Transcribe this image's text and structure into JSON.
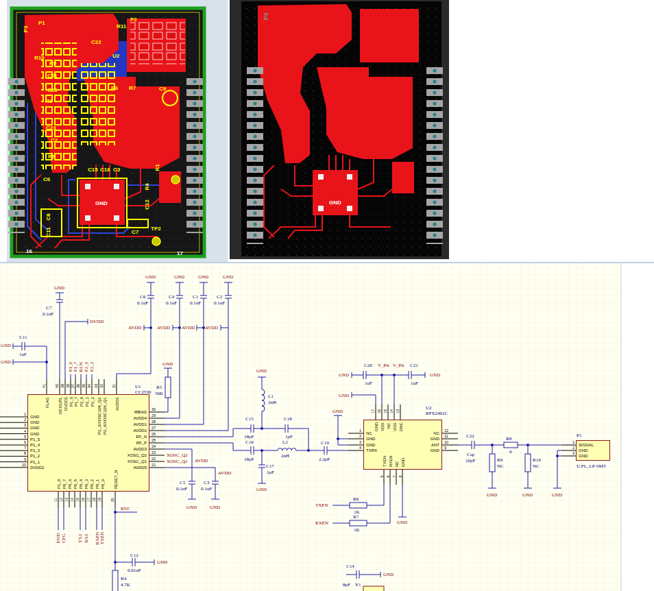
{
  "diagram": {
    "nodes": [
      {
        "text": [
          "U1",
          "CC2530",
          "GND",
          "GND",
          "GND",
          "GND",
          "P1_5",
          "P1_4",
          "P1_3",
          "P1_2",
          "P1_1",
          "DVDD2",
          "P1_0",
          "P0_7",
          "P0_6",
          "P0_5",
          "P0_4",
          "P0_3",
          "P0_2",
          "P0_1",
          "P0_0",
          "RESET_N",
          "AVDD5",
          "XOSC_Q1",
          "XOSC_Q2",
          "AVDD3",
          "RF_P",
          "RF_N",
          "AVDD2",
          "AVDD1",
          "AVDD4",
          "RBIAS",
          "AVDD6",
          "P2_4/XOSC32K_Q1",
          "P2_3/XOSC32K_Q2",
          "P2_2",
          "P2_1",
          "P2_0",
          "P1_7",
          "P1_6",
          "DVDD1",
          "DCOUPL",
          "FLAG"
        ]
      },
      {
        "text": [
          "U2",
          "RFX2401C",
          "NC",
          "GND",
          "GND",
          "TXRX",
          "TXEN",
          "RXEN",
          "NC",
          "GND",
          "GND",
          "ANT",
          "GND",
          "NC",
          "DNC",
          "VDD",
          "NC",
          "VDD",
          "GND"
        ]
      },
      {
        "text": [
          "P1",
          "SIGNAL",
          "GND",
          "GND",
          "U.FL_LP-SMT"
        ]
      }
    ],
    "labels": [
      "1",
      "2",
      "3",
      "4",
      "5",
      "6",
      "7",
      "8",
      "9",
      "10",
      "11",
      "12",
      "13",
      "14",
      "15",
      "16",
      "17",
      "18",
      "19",
      "20",
      "21",
      "22",
      "23",
      "24",
      "25",
      "26",
      "27",
      "28",
      "29",
      "30",
      "31",
      "32",
      "33",
      "34",
      "35",
      "36",
      "37",
      "38",
      "39",
      "40",
      "41",
      "1",
      "2",
      "3",
      "4",
      "5",
      "6",
      "7",
      "8",
      "9",
      "10",
      "11",
      "12",
      "13",
      "14",
      "15",
      "16",
      "17",
      "1",
      "2",
      "3",
      "GND",
      "GND",
      "GND",
      "GND",
      "C6",
      "0.1uF",
      "C4",
      "0.1uF",
      "C1",
      "0.1uF",
      "C2",
      "0.1uF",
      "AVDD",
      "AVDD",
      "AVDD",
      "AVDD",
      "GND",
      "C7",
      "0.1uF",
      "DVDD",
      "GND",
      "GND",
      "C11",
      "1uF",
      "P1_6",
      "P1_7",
      "RUN",
      "P2_1",
      "P2_2",
      "GND",
      "R5",
      "56K",
      "XOSC_Q2",
      "XOSC_Q1",
      "AVDD",
      "AVDD",
      "C5",
      "0.1uF",
      "C3",
      "0.1uF",
      "GND",
      "GND",
      "END",
      "CFG",
      "TX1",
      "RX1",
      "RXEN",
      "TXEN",
      "RST",
      "C12",
      "0.01uF",
      "GND",
      "R4",
      "4.7K",
      "GND",
      "L1",
      "2nH",
      "C15",
      "18pF",
      "C18",
      "1pF",
      "C16",
      "18pF",
      "L2",
      "2nH",
      "C17",
      "1pF",
      "GND",
      "C19",
      "2.2pF",
      "GND",
      "GND",
      "GND",
      "C20",
      "1uF",
      "V_PA",
      "V_PA",
      "C21",
      "1uF",
      "GND",
      "C22",
      "Cap",
      "10pF",
      "R8",
      "0",
      "R9",
      "NC",
      "R10",
      "NC",
      "GND",
      "GND",
      "GND",
      "TXEN",
      "R6",
      "1K",
      "RXEN",
      "R7",
      "1K",
      "GND",
      "C14",
      "GND",
      "8pF",
      "Y1",
      "P3",
      "P1",
      "P2",
      "R11",
      "C22",
      "R10",
      "R9",
      "U2",
      "C21",
      "C20",
      "R3",
      "C23",
      "C2",
      "R5",
      "C6",
      "R6",
      "R7",
      "C9",
      "C15",
      "C16",
      "C3",
      "R4",
      "C12",
      "R1",
      "GND",
      "C8",
      "C11",
      "C7",
      "TP2",
      "16",
      "17",
      "P3",
      "GND"
    ]
  }
}
